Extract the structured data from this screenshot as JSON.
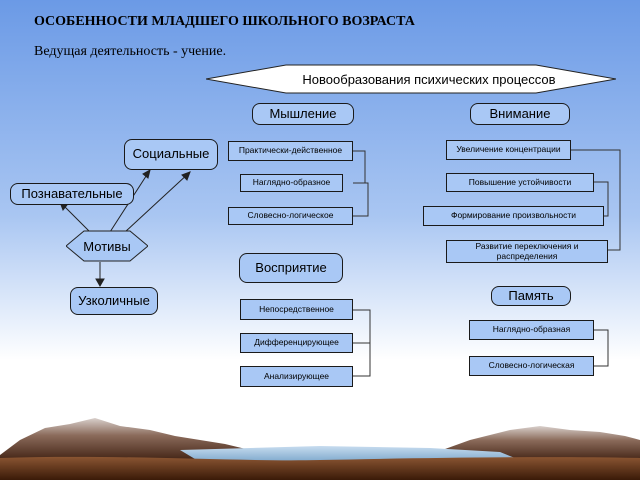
{
  "title": "ОСОБЕННОСТИ МЛАДШЕГО ШКОЛЬНОГО ВОЗРАСТА",
  "subtitle": "Ведущая деятельность - учение.",
  "banner": "Новообразования психических процессов",
  "motives": {
    "center": "Мотивы",
    "social": "Социальные",
    "cognitive": "Познавательные",
    "narrow": "Узколичные"
  },
  "thinking": {
    "header": "Мышление",
    "items": [
      "Практически-действенное",
      "Наглядно-образное",
      "Словесно-логическое"
    ]
  },
  "attention": {
    "header": "Внимание",
    "items": [
      "Увеличение концентрации",
      "Повышение устойчивости",
      "Формирование произвольности",
      "Развитие переключения и распределения"
    ]
  },
  "perception": {
    "header": "Восприятие",
    "items": [
      "Непосредственное",
      "Дифференцирующее",
      "Анализирующее"
    ]
  },
  "memory": {
    "header": "Память",
    "items": [
      "Наглядно-образная",
      "Словесно-логическая"
    ]
  },
  "colors": {
    "box_fill": "#a9c8f5",
    "sky_top": "#5b8fe0",
    "sky_bottom": "#ffffff",
    "ground": "#6b3a1f"
  }
}
